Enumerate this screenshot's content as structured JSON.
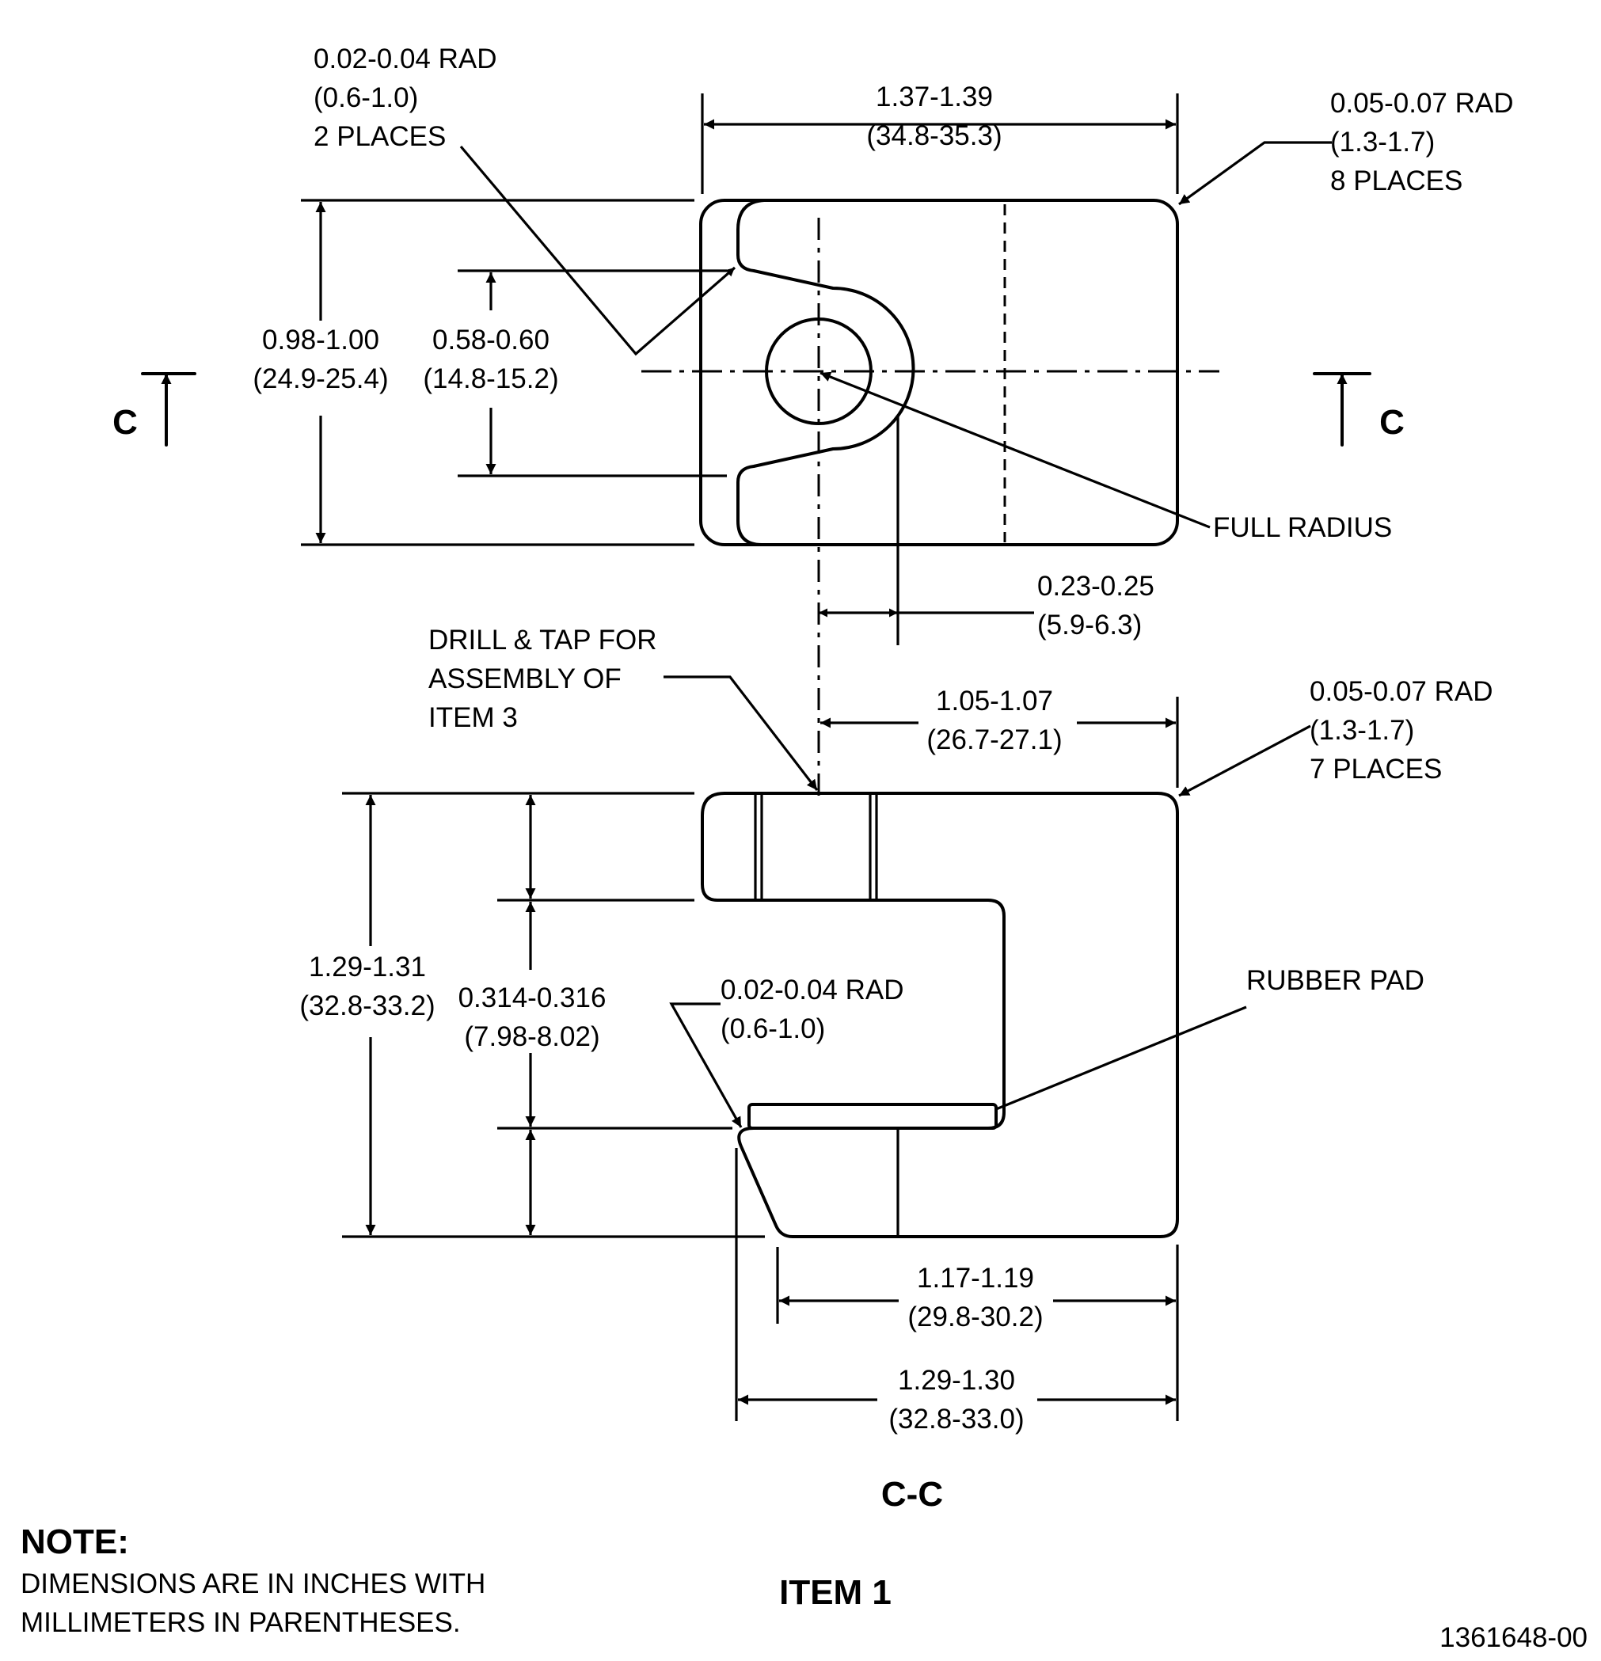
{
  "top_view": {
    "corner_rad_small": [
      "0.02-0.04 RAD",
      "(0.6-1.0)",
      "2 PLACES"
    ],
    "overall_length": [
      "1.37-1.39",
      "(34.8-35.3)"
    ],
    "corner_rad_large": [
      "0.05-0.07 RAD",
      "(1.3-1.7)",
      "8 PLACES"
    ],
    "overall_width": [
      "0.98-1.00",
      "(24.9-25.4)"
    ],
    "slot_width": [
      "0.58-0.60",
      "(14.8-15.2)"
    ],
    "full_radius": "FULL RADIUS",
    "hole_offset": [
      "0.23-0.25",
      "(5.9-6.3)"
    ],
    "section_letter_left": "C",
    "section_letter_right": "C"
  },
  "section_view": {
    "drill_tap_note": [
      "DRILL & TAP FOR",
      "ASSEMBLY OF",
      "ITEM 3"
    ],
    "tap_offset": [
      "1.05-1.07",
      "(26.7-27.1)"
    ],
    "corner_rad": [
      "0.05-0.07 RAD",
      "(1.3-1.7)",
      "7 PLACES"
    ],
    "overall_height": [
      "1.29-1.31",
      "(32.8-33.2)"
    ],
    "jaw_thickness": [
      "0.314-0.316",
      "(7.98-8.02)"
    ],
    "inner_rad": [
      "0.02-0.04 RAD",
      "(0.6-1.0)"
    ],
    "rubber_pad": "RUBBER PAD",
    "bottom_length": [
      "1.17-1.19",
      "(29.8-30.2)"
    ],
    "overall_length": [
      "1.29-1.30",
      "(32.8-33.0)"
    ],
    "section_label": "C-C"
  },
  "notes": {
    "heading": "NOTE:",
    "lines": [
      "DIMENSIONS ARE IN INCHES WITH",
      "MILLIMETERS IN PARENTHESES."
    ]
  },
  "item_label": "ITEM 1",
  "drawing_number": "1361648-00"
}
